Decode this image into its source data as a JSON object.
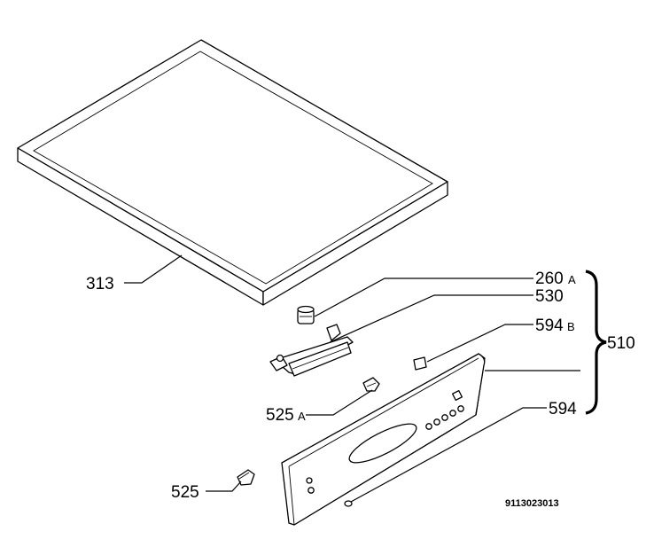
{
  "labels": {
    "p313": "313",
    "p260": "260",
    "p260_suffix": "A",
    "p530": "530",
    "p594b": "594",
    "p594b_suffix": "B",
    "p510": "510",
    "p525a": "525",
    "p525a_suffix": "A",
    "p594": "594",
    "p525": "525"
  },
  "drawing_code": "9113023013"
}
